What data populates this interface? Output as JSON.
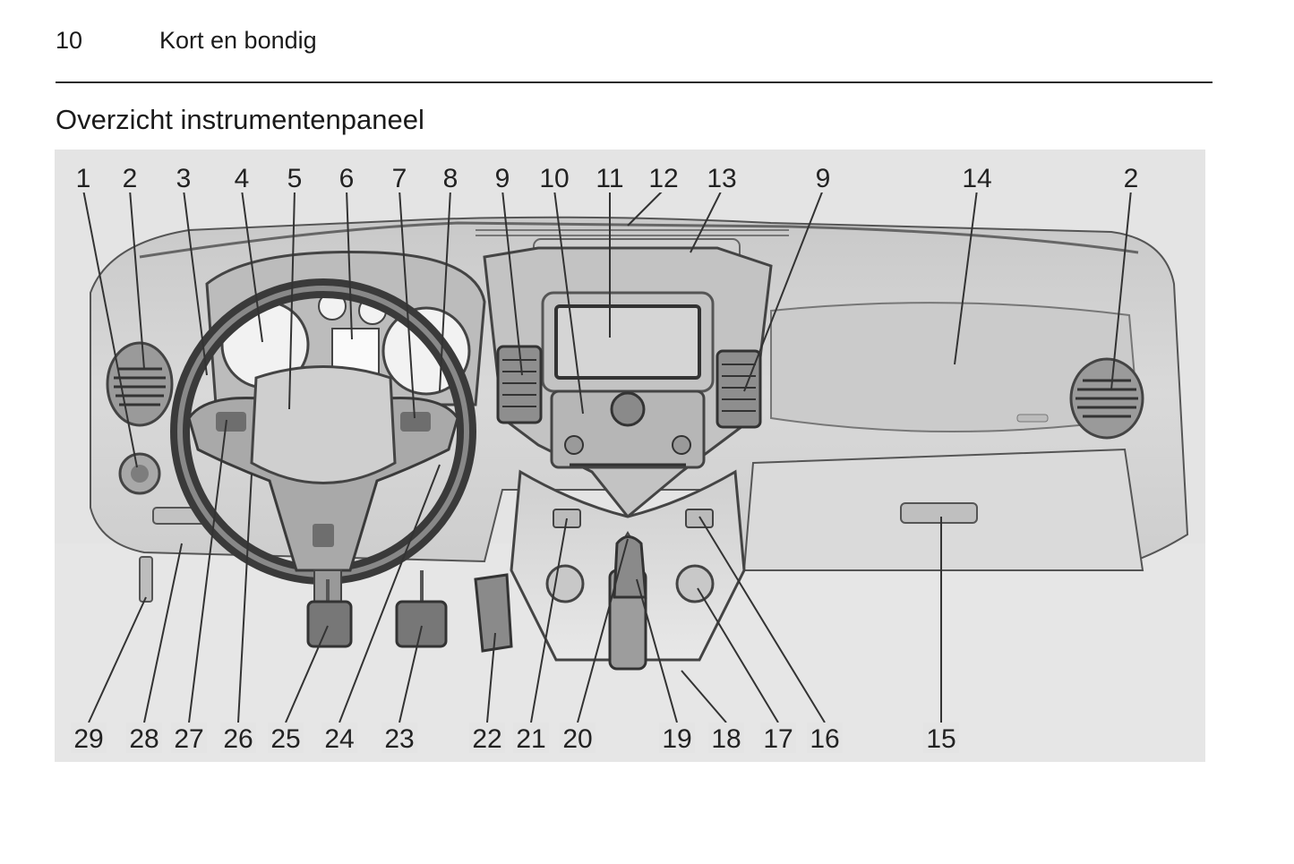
{
  "header": {
    "page_number": "10",
    "section": "Kort en bondig"
  },
  "heading": "Overzicht instrumentenpaneel",
  "figure": {
    "callouts_top": [
      "1",
      "2",
      "3",
      "4",
      "5",
      "6",
      "7",
      "8",
      "9",
      "10",
      "11",
      "12",
      "13",
      "9",
      "14",
      "2"
    ],
    "callouts_bottom": [
      "29",
      "28",
      "27",
      "26",
      "25",
      "24",
      "23",
      "22",
      "21",
      "20",
      "19",
      "18",
      "17",
      "16",
      "15"
    ]
  }
}
